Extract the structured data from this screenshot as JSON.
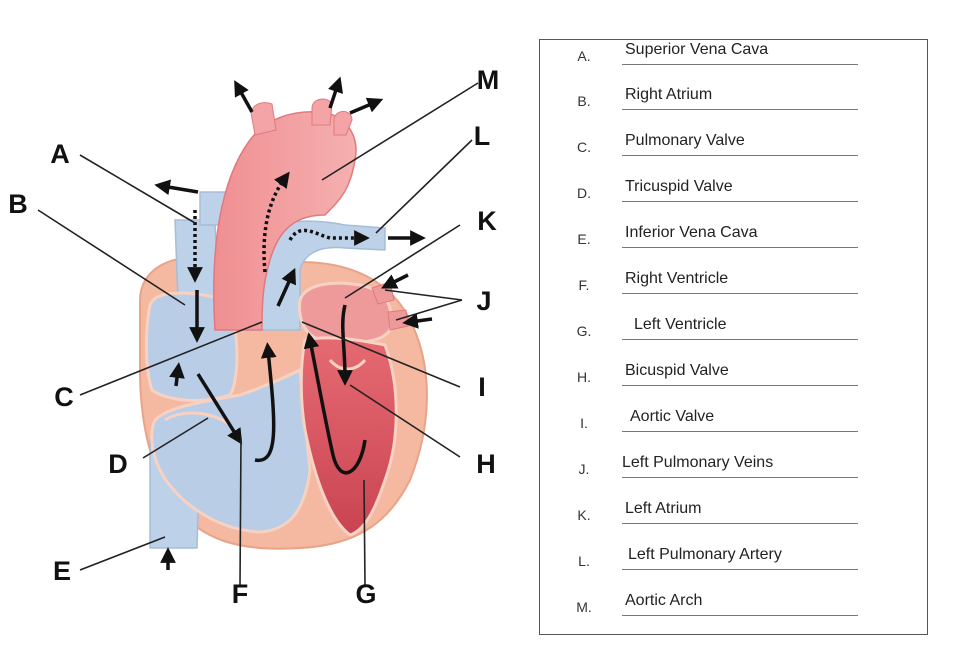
{
  "callouts": [
    "A",
    "B",
    "C",
    "D",
    "E",
    "F",
    "G",
    "H",
    "I",
    "J",
    "K",
    "L",
    "M"
  ],
  "answers": [
    {
      "letter": "A.",
      "name": "Superior Vena Cava"
    },
    {
      "letter": "B.",
      "name": "Right Atrium"
    },
    {
      "letter": "C.",
      "name": "Pulmonary Valve"
    },
    {
      "letter": "D.",
      "name": "Tricuspid Valve"
    },
    {
      "letter": "E.",
      "name": "Inferior Vena Cava"
    },
    {
      "letter": "F.",
      "name": "Right Ventricle"
    },
    {
      "letter": "G.",
      "name": "Left Ventricle"
    },
    {
      "letter": "H.",
      "name": "Bicuspid Valve"
    },
    {
      "letter": "I.",
      "name": "Aortic Valve"
    },
    {
      "letter": "J.",
      "name": "Left Pulmonary Veins"
    },
    {
      "letter": "K.",
      "name": "Left Atrium"
    },
    {
      "letter": "L.",
      "name": "Left Pulmonary Artery"
    },
    {
      "letter": "M.",
      "name": "Aortic Arch"
    }
  ],
  "colors": {
    "blood_deoxygenated": "#b9cde6",
    "blood_oxygenated": "#ef9a9a",
    "myocardium": "#f4b9a0",
    "ventricle_left": "#dc5a64",
    "flow_arrow": "#111111"
  }
}
